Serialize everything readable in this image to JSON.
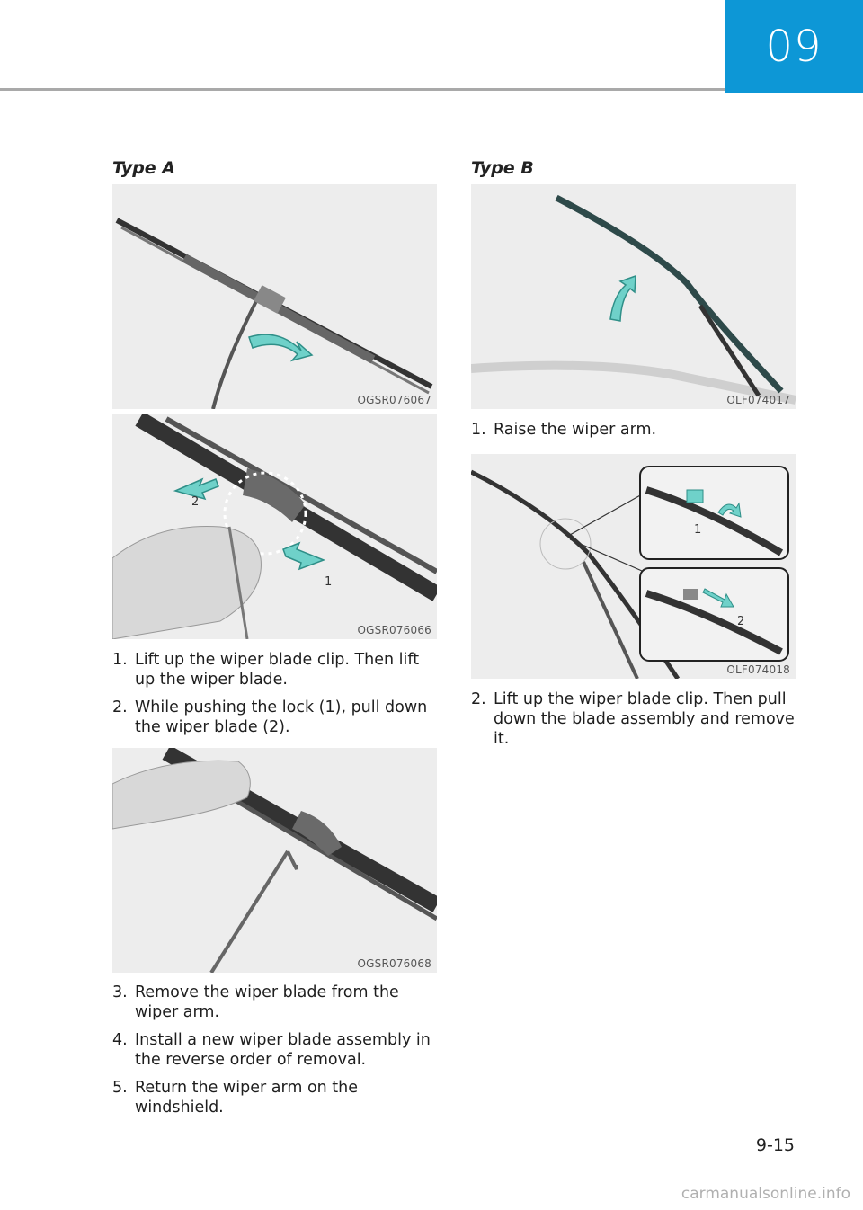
{
  "header": {
    "chapter": "09"
  },
  "footer": {
    "page_number": "9-15",
    "watermark": "carmanualsonline.info"
  },
  "type_a": {
    "title": "Type A",
    "figures": [
      {
        "code": "OGSR076067"
      },
      {
        "code": "OGSR076066",
        "callouts": [
          "2",
          "1"
        ]
      },
      {
        "code": "OGSR076068"
      }
    ],
    "steps_part1": [
      {
        "num": "1.",
        "text": "Lift up the wiper blade clip. Then lift up the wiper blade."
      },
      {
        "num": "2.",
        "text": "While pushing the lock (1), pull down the wiper blade (2)."
      }
    ],
    "steps_part2": [
      {
        "num": "3.",
        "text": "Remove the wiper blade from the wiper arm."
      },
      {
        "num": "4.",
        "text": "Install a new wiper blade assembly in the reverse order of removal."
      },
      {
        "num": "5.",
        "text": "Return the wiper arm on the windshield."
      }
    ]
  },
  "type_b": {
    "title": "Type B",
    "figures": [
      {
        "code": "OLF074017"
      },
      {
        "code": "OLF074018",
        "callouts": [
          "1",
          "2"
        ]
      }
    ],
    "steps_part1": [
      {
        "num": "1.",
        "text": "Raise the wiper arm."
      }
    ],
    "steps_part2": [
      {
        "num": "2.",
        "text": "Lift up the wiper blade clip. Then pull down the blade assembly and remove it."
      }
    ]
  },
  "colors": {
    "accent": "#0d97d6",
    "arrow": "#6fd1c9",
    "figure_bg": "#ededed"
  }
}
